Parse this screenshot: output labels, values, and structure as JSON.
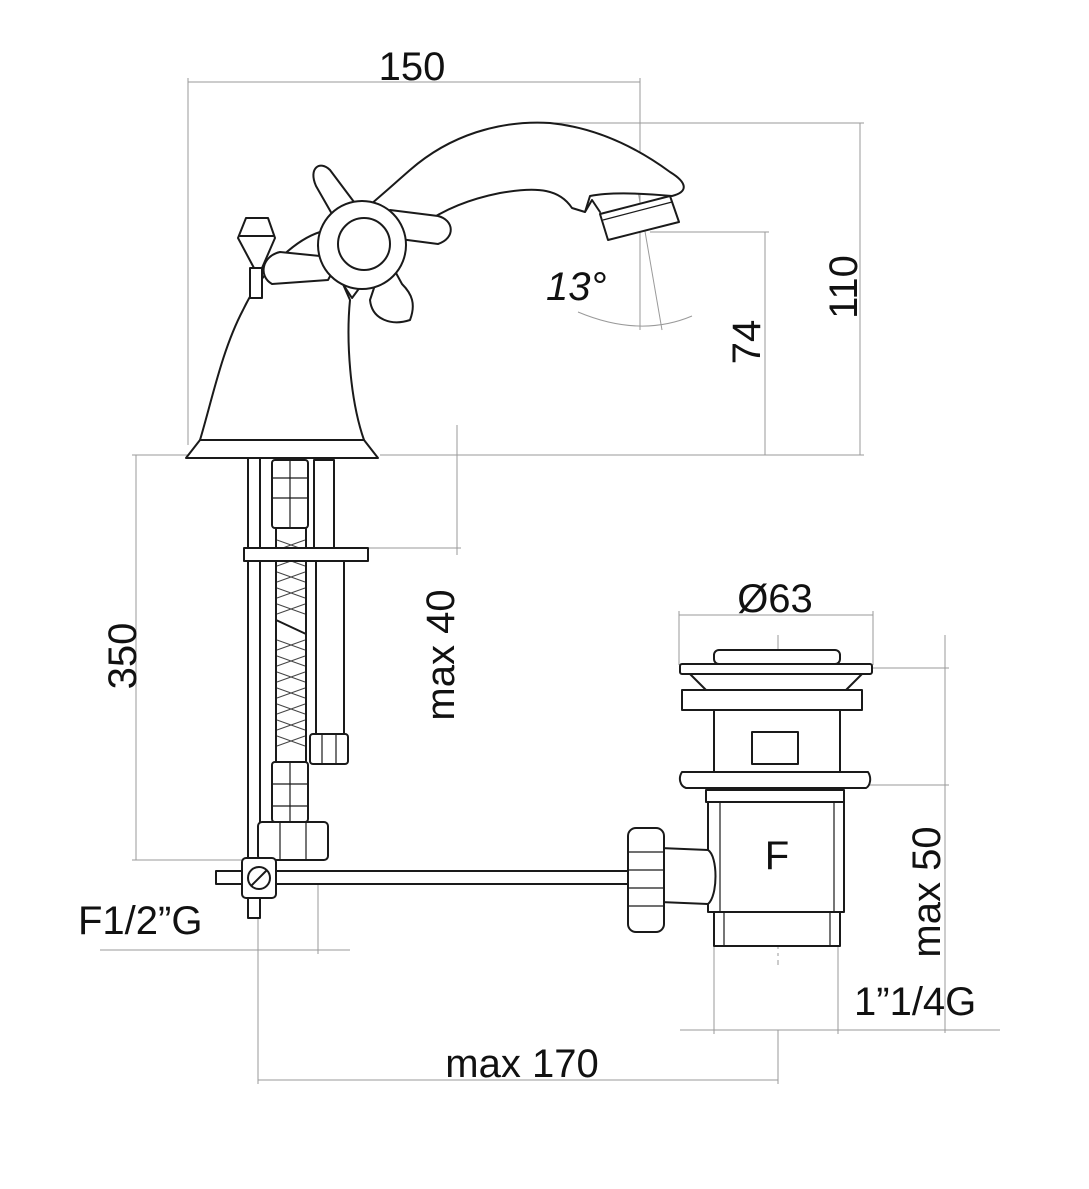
{
  "dimensions": {
    "overall_width": "150",
    "total_height": "110",
    "spout_height": "74",
    "spout_angle": "13°",
    "shank_length": "350",
    "max_mount_thickness": "max 40",
    "waste_diameter": "Ø63",
    "max_waste_depth": "max 50",
    "inlet_thread": "F1/2”G",
    "waste_thread": "1”1/4G",
    "max_rod_length": "max 170"
  },
  "waste_marking": "F"
}
